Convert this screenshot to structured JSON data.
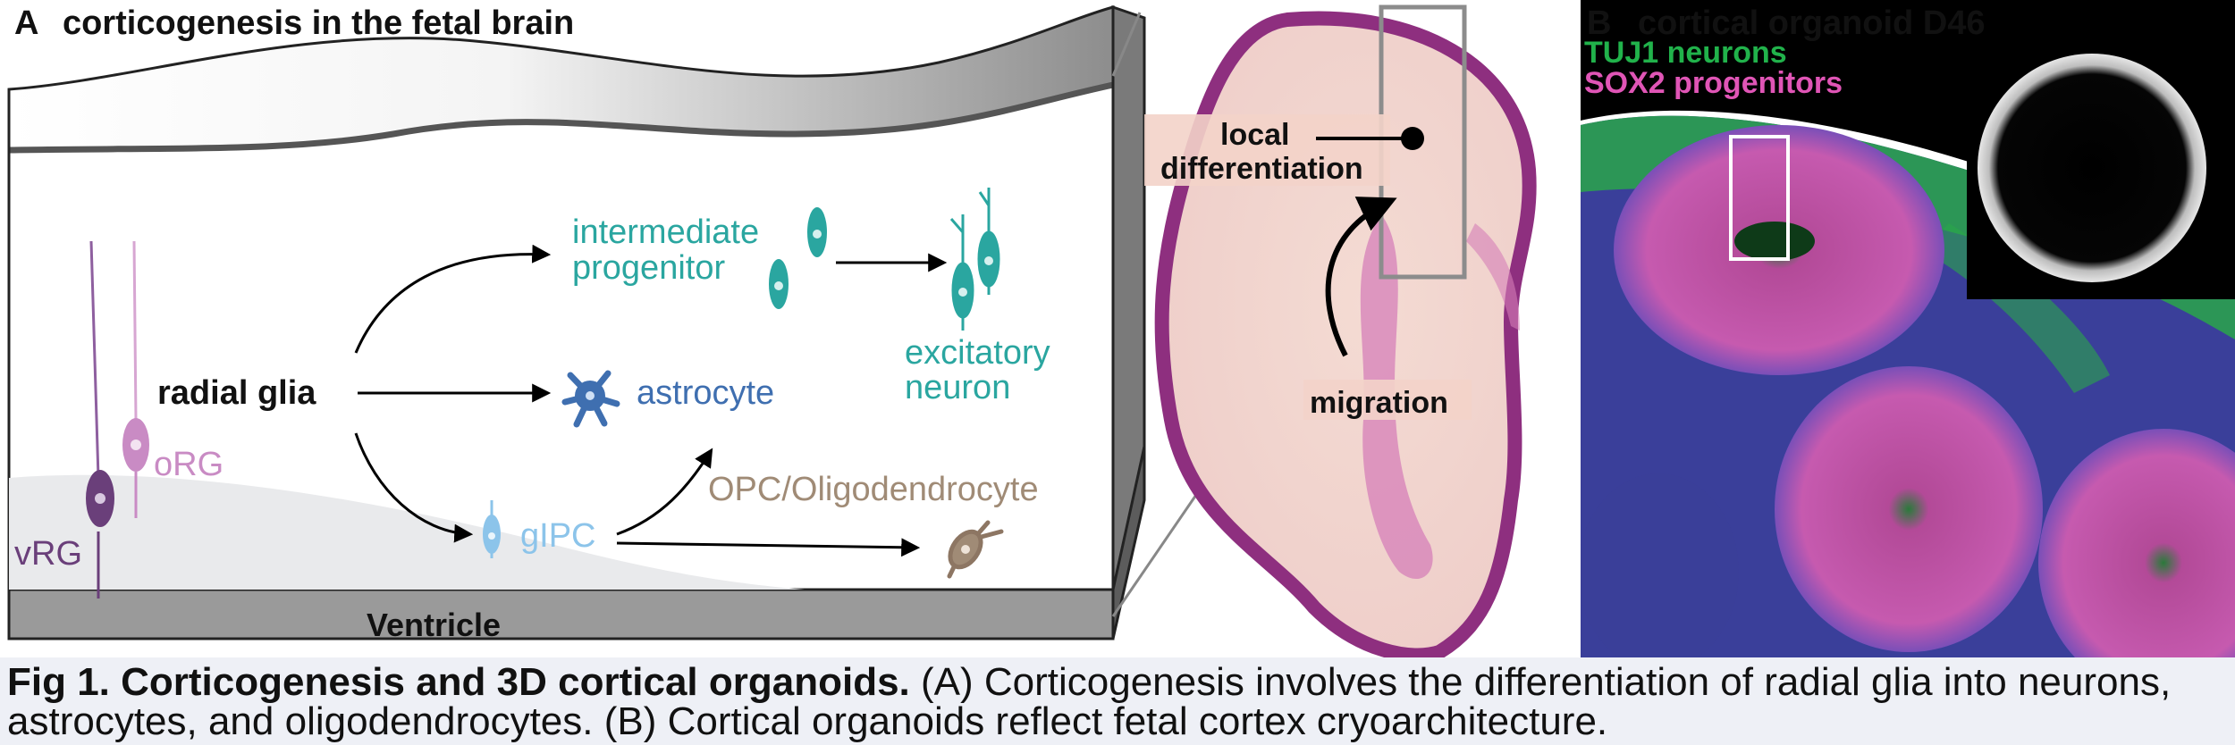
{
  "panel_a": {
    "letter": "A",
    "title": "corticogenesis in the fetal brain",
    "radial_glia": "radial glia",
    "intermediate_progenitor_line1": "intermediate",
    "intermediate_progenitor_line2": "progenitor",
    "excitatory_neuron_line1": "excitatory",
    "excitatory_neuron_line2": "neuron",
    "astrocyte": "astrocyte",
    "glpc": "gIPC",
    "opc": "OPC/Oligodendrocyte",
    "org": "oRG",
    "vrg": "vRG",
    "ventricle": "Ventricle",
    "local_diff_line1": "local",
    "local_diff_line2": "differentiation",
    "migration": "migration",
    "colors": {
      "intermediate": "#2aa6a0",
      "astrocyte": "#3f6fb0",
      "glpc": "#8cc4ea",
      "opc": "#a08b76",
      "org": "#c98bc4",
      "vrg": "#6a3f7a",
      "slice": "#9b2f8c"
    }
  },
  "panel_b": {
    "letter": "B",
    "title": "cortical organoid D46",
    "legend_tuj1": "TUJ1 neurons",
    "legend_sox2": "SOX2 progenitors",
    "colors": {
      "tuj1": "#21b24b",
      "sox2": "#e055b6"
    }
  },
  "caption": {
    "bold": "Fig 1. Corticogenesis and  3D cortical organoids.",
    "text1": " (A) Corticogenesis involves the differentiation of radial glia into neurons,",
    "text2": "astrocytes, and oligodendrocytes. (B) Cortical organoids reflect fetal cortex cryoarchitecture."
  }
}
